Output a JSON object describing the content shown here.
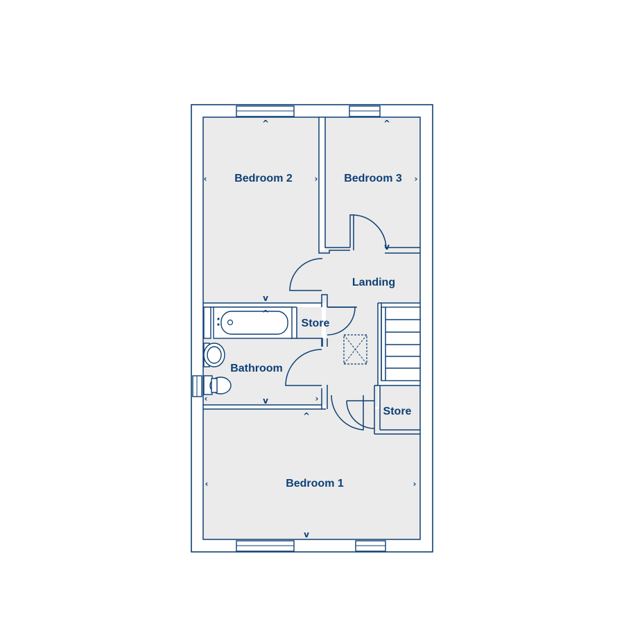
{
  "rooms": {
    "bedroom2": "Bedroom 2",
    "bedroom3": "Bedroom 3",
    "landing": "Landing",
    "store_upper": "Store",
    "bathroom": "Bathroom",
    "store_lower": "Store",
    "bedroom1": "Bedroom 1"
  },
  "markers": {
    "left": "‹",
    "right": "›",
    "up": "^",
    "down": "v"
  },
  "colors": {
    "line": "#0d3f75",
    "floor": "#ebebeb"
  }
}
